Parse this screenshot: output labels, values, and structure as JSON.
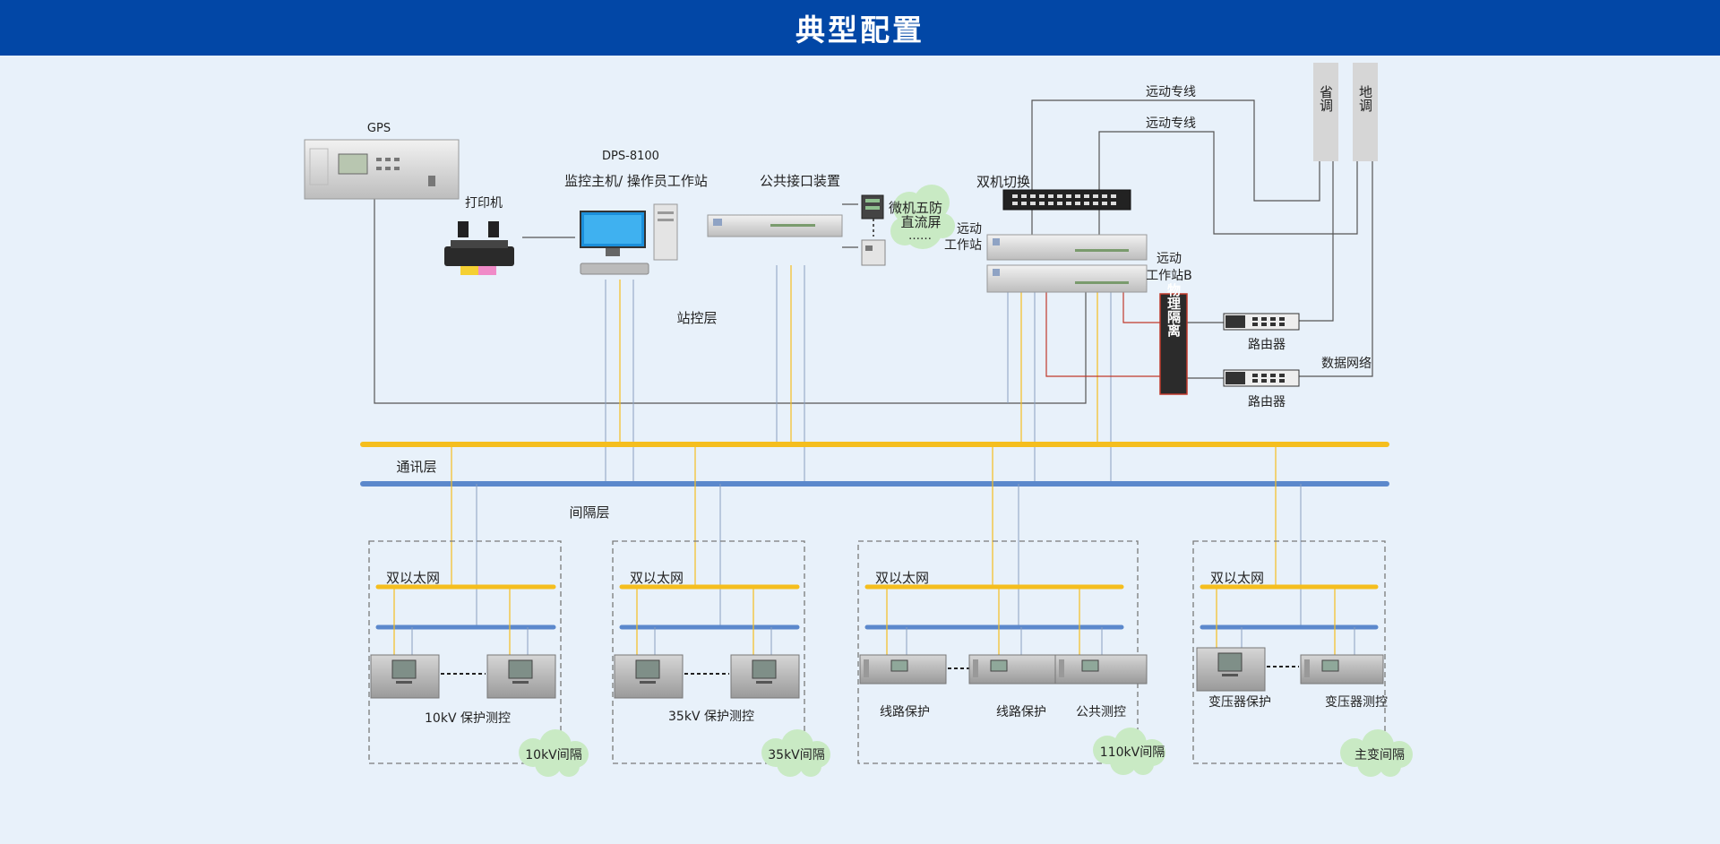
{
  "header": {
    "title": "典型配置"
  },
  "colors": {
    "header_bg": "#0247a6",
    "background": "#e8f1fa",
    "yellow_bus": "#f5be1e",
    "blue_bus": "#5b88cc",
    "isolation": "#2b2b2b",
    "cloud": "#c9eac4"
  },
  "station": {
    "gps": "GPS",
    "printer": "打印机",
    "dps": "DPS-8100",
    "host": "监控主机/ 操作员工作站",
    "public_interface": "公共接口装置",
    "wufang": "微机五防",
    "zhiliu": "直流屏",
    "ellipsis": "……",
    "dual_switch": "双机切换",
    "remote_a_line1": "远动",
    "remote_a_line2": "工作站",
    "remote_b_line1": "远动",
    "remote_b_line2": "工作站B",
    "remote_line_1": "远动专线",
    "remote_line_2": "远动专线",
    "sheng": "省调",
    "di": "地调",
    "router_1": "路由器",
    "router_2": "路由器",
    "data_network": "数据网络",
    "isolation": "物理隔离",
    "station_layer": "站控层"
  },
  "layers": {
    "comm": "通讯层",
    "bay": "间隔层"
  },
  "bays": [
    {
      "ethernet": "双以太网",
      "devices": [
        "10kV 保护测控"
      ],
      "cloud": "10kV间隔"
    },
    {
      "ethernet": "双以太网",
      "devices": [
        "35kV 保护测控"
      ],
      "cloud": "35kV间隔"
    },
    {
      "ethernet": "双以太网",
      "devices": [
        "线路保护",
        "线路保护",
        "公共测控"
      ],
      "cloud": "110kV间隔"
    },
    {
      "ethernet": "双以太网",
      "devices": [
        "变压器保护",
        "变压器测控"
      ],
      "cloud": "主变间隔"
    }
  ]
}
